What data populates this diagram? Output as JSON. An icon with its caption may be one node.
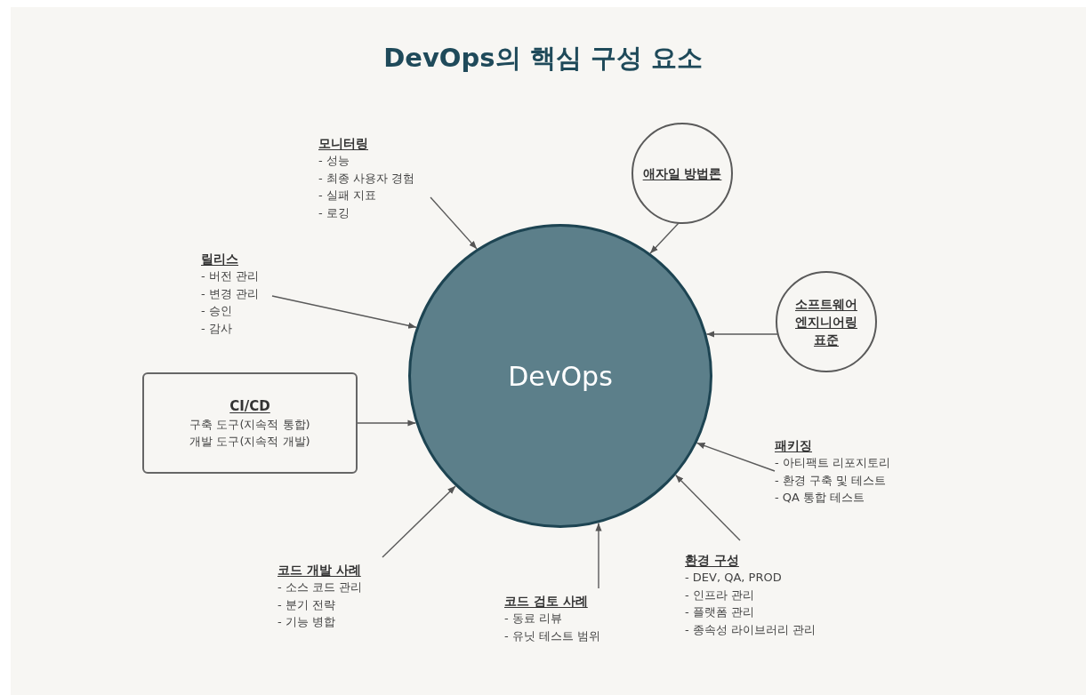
{
  "diagram": {
    "title": "DevOps의 핵심 구성 요소",
    "nodes": [
      {
        "text": [
          "DevOps"
        ]
      },
      {
        "text": [
          "모니터링",
          "- 성능",
          "- 최종 사용자 경험",
          "- 실패 지표",
          "- 로깅"
        ]
      },
      {
        "text": [
          "애자일 방법론"
        ]
      },
      {
        "text": [
          "릴리스",
          "- 버전 관리",
          "- 변경 관리",
          "- 승인",
          "- 감사"
        ]
      },
      {
        "text": [
          "소프트웨어 엔지니어링 표준"
        ]
      },
      {
        "text": [
          "CI/CD",
          "구축 도구(지속적 통합)",
          "개발 도구(지속적 개발)"
        ]
      },
      {
        "text": [
          "패키징",
          "- 아티팩트 리포지토리",
          "- 환경 구축 및 테스트",
          "- QA 통합 테스트"
        ]
      },
      {
        "text": [
          "환경 구성",
          "- DEV, QA, PROD",
          "- 인프라 관리",
          "- 플랫폼 관리",
          "- 종속성 라이브러리 관리"
        ]
      },
      {
        "text": [
          "코드 개발 사례",
          "- 소스 코드 관리",
          "- 분기 전략",
          "- 기능 병합"
        ]
      },
      {
        "text": [
          "코드 검토 사례",
          "- 동료 리뷰",
          "- 유닛 테스트 범위"
        ]
      }
    ],
    "edges": [
      {
        "from": 1,
        "to": 0,
        "arrow": "to"
      },
      {
        "from": 2,
        "to": 0,
        "arrow": "to"
      },
      {
        "from": 3,
        "to": 0,
        "arrow": "to"
      },
      {
        "from": 4,
        "to": 0,
        "arrow": "to"
      },
      {
        "from": 5,
        "to": 0,
        "arrow": "to"
      },
      {
        "from": 6,
        "to": 0,
        "arrow": "to"
      },
      {
        "from": 7,
        "to": 0,
        "arrow": "to"
      },
      {
        "from": 8,
        "to": 0,
        "arrow": "to"
      },
      {
        "from": 9,
        "to": 0,
        "arrow": "to"
      }
    ]
  }
}
